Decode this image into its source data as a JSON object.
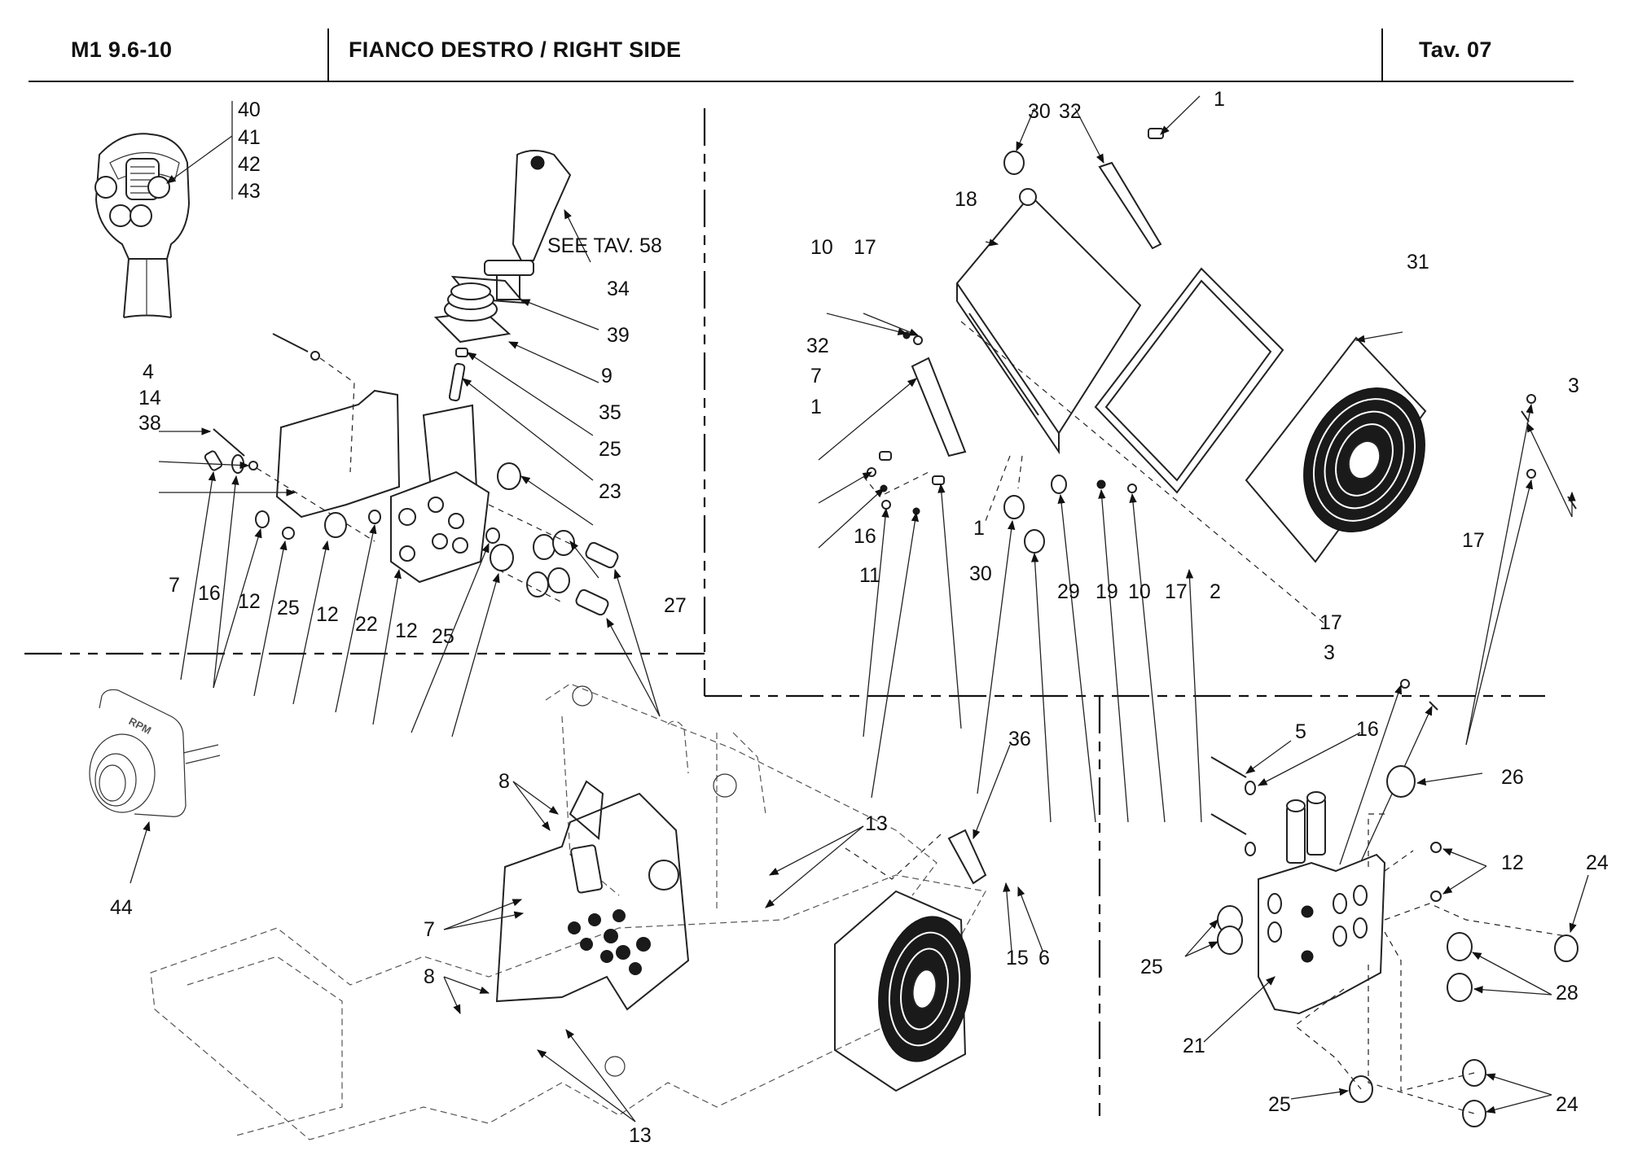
{
  "header": {
    "model": "M1 9.6-10",
    "title": "FIANCO DESTRO / RIGHT SIDE",
    "table": "Tav. 07"
  },
  "sections": {
    "joystick": {
      "grip_labels": [
        "40",
        "41",
        "42",
        "43"
      ],
      "reference_note": "SEE TAV. 58",
      "callouts": [
        {
          "id": "34",
          "text": "34"
        },
        {
          "id": "39",
          "text": "39"
        },
        {
          "id": "9",
          "text": "9"
        },
        {
          "id": "35",
          "text": "35"
        },
        {
          "id": "25a",
          "text": "25"
        },
        {
          "id": "23",
          "text": "23"
        },
        {
          "id": "27",
          "text": "27"
        },
        {
          "id": "4",
          "text": "4"
        },
        {
          "id": "14",
          "text": "14"
        },
        {
          "id": "38",
          "text": "38"
        },
        {
          "id": "7",
          "text": "7"
        },
        {
          "id": "16",
          "text": "16"
        },
        {
          "id": "12a",
          "text": "12"
        },
        {
          "id": "25b",
          "text": "25"
        },
        {
          "id": "12b",
          "text": "12"
        },
        {
          "id": "22",
          "text": "22"
        },
        {
          "id": "12c",
          "text": "12"
        },
        {
          "id": "25c",
          "text": "25"
        }
      ]
    },
    "cooler": {
      "callouts": [
        {
          "id": "30a",
          "text": "30"
        },
        {
          "id": "32a",
          "text": "32"
        },
        {
          "id": "1a",
          "text": "1"
        },
        {
          "id": "18",
          "text": "18"
        },
        {
          "id": "10a",
          "text": "10"
        },
        {
          "id": "17a",
          "text": "17"
        },
        {
          "id": "31",
          "text": "31"
        },
        {
          "id": "32b",
          "text": "32"
        },
        {
          "id": "7",
          "text": "7"
        },
        {
          "id": "1b",
          "text": "1"
        },
        {
          "id": "3a",
          "text": "3"
        },
        {
          "id": "16",
          "text": "16"
        },
        {
          "id": "1c",
          "text": "1"
        },
        {
          "id": "11",
          "text": "11"
        },
        {
          "id": "30b",
          "text": "30"
        },
        {
          "id": "29",
          "text": "29"
        },
        {
          "id": "19",
          "text": "19"
        },
        {
          "id": "10b",
          "text": "10"
        },
        {
          "id": "17b",
          "text": "17"
        },
        {
          "id": "2",
          "text": "2"
        },
        {
          "id": "17c",
          "text": "17"
        },
        {
          "id": "17d",
          "text": "17"
        },
        {
          "id": "3b",
          "text": "3"
        }
      ]
    },
    "assembly": {
      "rpm_label": "RPM",
      "callouts": [
        {
          "id": "44",
          "text": "44"
        },
        {
          "id": "8a",
          "text": "8"
        },
        {
          "id": "13a",
          "text": "13"
        },
        {
          "id": "36",
          "text": "36"
        },
        {
          "id": "7",
          "text": "7"
        },
        {
          "id": "15",
          "text": "15"
        },
        {
          "id": "6",
          "text": "6"
        },
        {
          "id": "8b",
          "text": "8"
        },
        {
          "id": "13b",
          "text": "13"
        }
      ]
    },
    "valve": {
      "callouts": [
        {
          "id": "5",
          "text": "5"
        },
        {
          "id": "16",
          "text": "16"
        },
        {
          "id": "26",
          "text": "26"
        },
        {
          "id": "12",
          "text": "12"
        },
        {
          "id": "24a",
          "text": "24"
        },
        {
          "id": "25a",
          "text": "25"
        },
        {
          "id": "28",
          "text": "28"
        },
        {
          "id": "21",
          "text": "21"
        },
        {
          "id": "25b",
          "text": "25"
        },
        {
          "id": "24b",
          "text": "24"
        }
      ]
    }
  }
}
